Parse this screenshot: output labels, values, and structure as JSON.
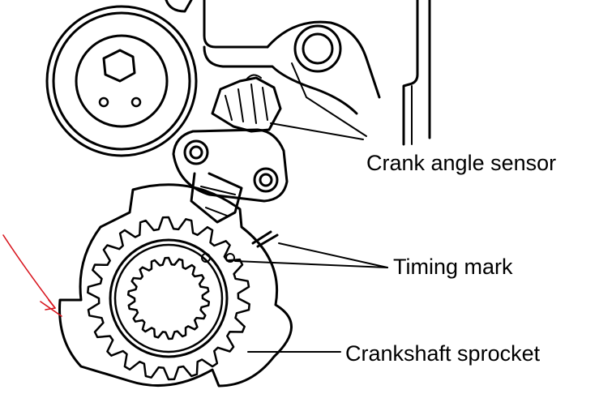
{
  "diagram": {
    "labels": {
      "crank_angle_sensor": "Crank angle sensor",
      "timing_mark": "Timing mark",
      "crankshaft_sprocket": "Crankshaft sprocket"
    },
    "colors": {
      "ink": "#000000",
      "annotation": "#d8141d",
      "background": "#ffffff"
    },
    "icons": {
      "sprocket": "gear-icon",
      "sensor": "sensor-icon",
      "pulley": "pulley-icon"
    }
  }
}
